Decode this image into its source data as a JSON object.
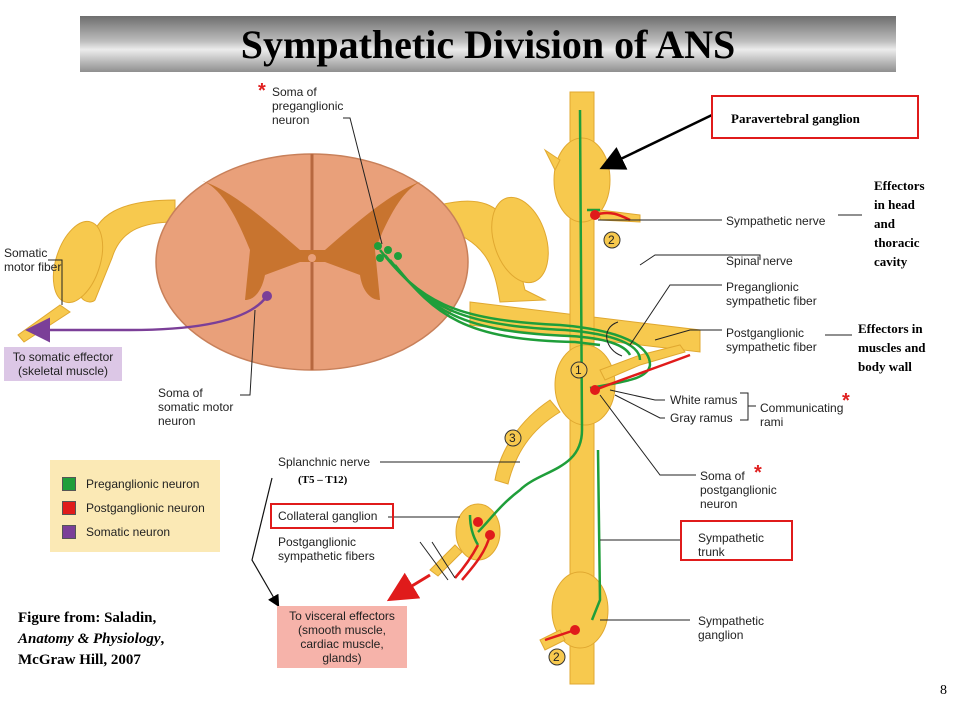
{
  "title": "Sympathetic Division of ANS",
  "labels": {
    "soma_preganglionic": "Soma of\npreganglionic\nneuron",
    "somatic_motor_fiber": "Somatic\nmotor fiber",
    "soma_somatic_motor": "Soma of\nsomatic motor\nneuron",
    "sympathetic_nerve": "Sympathetic nerve",
    "spinal_nerve": "Spinal nerve",
    "preganglionic_fiber": "Preganglionic\nsympathetic fiber",
    "postganglionic_fiber": "Postganglionic\nsympathetic fiber",
    "white_ramus": "White ramus",
    "gray_ramus": "Gray ramus",
    "communicating_rami": "Communicating\nrami",
    "soma_postganglionic": "Soma of\npostganglionic\nneuron",
    "splanchnic_nerve": "Splanchnic nerve",
    "t5_t12": "(T5 – T12)",
    "collateral_ganglion": "Collateral ganglion",
    "postganglionic_fibers": "Postganglionic\nsympathetic fibers",
    "sympathetic_trunk": "Sympathetic\ntrunk",
    "sympathetic_ganglion": "Sympathetic\nganglion"
  },
  "annotations": {
    "paravertebral_ganglion": "Paravertebral ganglion",
    "effectors_head": "Effectors\nin head\nand\nthoracic\ncavity",
    "effectors_muscles": "Effectors in\nmuscles and\nbody wall",
    "asterisk": "*"
  },
  "pathway_numbers": [
    "1",
    "2",
    "3",
    "2"
  ],
  "effector_boxes": {
    "somatic": "To somatic effector\n(skeletal muscle)",
    "visceral": "To visceral effectors\n(smooth muscle,\ncardiac muscle,\nglands)"
  },
  "legend": [
    {
      "label": "Preganglionic neuron",
      "color": "#1f9e3a"
    },
    {
      "label": "Postganglionic neuron",
      "color": "#e01b1b"
    },
    {
      "label": "Somatic neuron",
      "color": "#7b3f98"
    }
  ],
  "credit": {
    "line1": "Figure from: Saladin,",
    "line2": "Anatomy & Physiology",
    "line2_suffix": ",",
    "line3": "McGraw Hill, 2007"
  },
  "page_number": "8",
  "colors": {
    "preganglionic": "#1f9e3a",
    "postganglionic": "#e01b1b",
    "somatic": "#7b3f98",
    "nerve": "#f7c94e",
    "cord": "#e9a07a",
    "gray_matter": "#c8742f",
    "highlight": "#e01b1b"
  }
}
